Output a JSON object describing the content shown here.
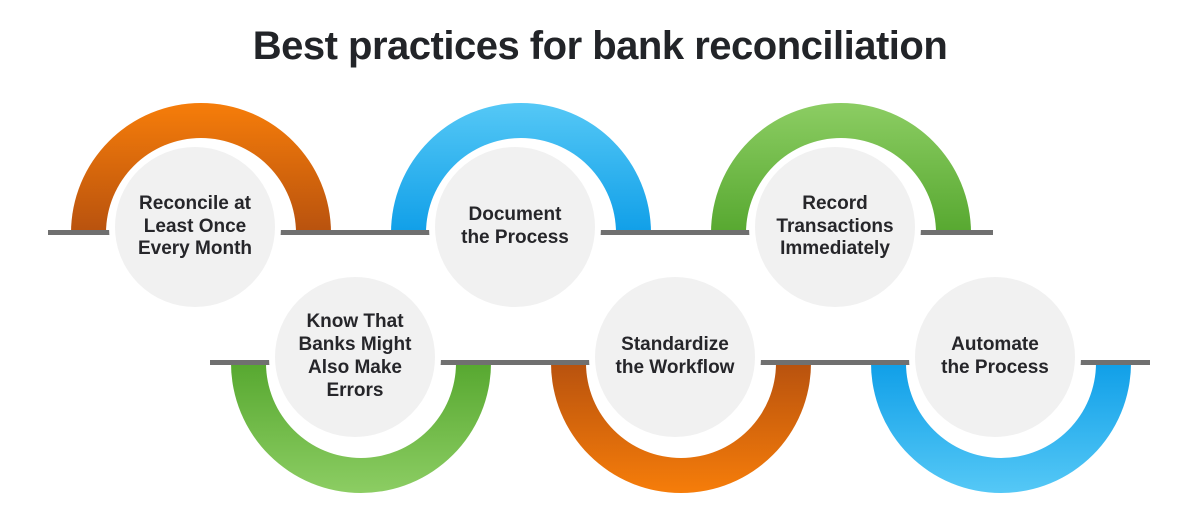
{
  "title": "Best practices for bank reconciliation",
  "title_color": "#222428",
  "connector": {
    "color": "#707070"
  },
  "bubble": {
    "fill": "#f1f1f1",
    "text_color": "#26262a"
  },
  "nodes": [
    {
      "label": "Reconcile at\nLeast Once\nEvery Month",
      "row": "top",
      "color_name": "orange",
      "arc_colors": {
        "near_line": "#b8520e",
        "far": "#f67d0a"
      }
    },
    {
      "label": "Document\nthe Process",
      "row": "top",
      "color_name": "blue",
      "arc_colors": {
        "near_line": "#109fe8",
        "far": "#55c8f6"
      }
    },
    {
      "label": "Record\nTransactions\nImmediately",
      "row": "top",
      "color_name": "green",
      "arc_colors": {
        "near_line": "#57a830",
        "far": "#8ccd63"
      }
    },
    {
      "label": "Know That\nBanks Might\nAlso Make\nErrors",
      "row": "bottom",
      "color_name": "green",
      "arc_colors": {
        "near_line": "#57a830",
        "far": "#8ccd63"
      }
    },
    {
      "label": "Standardize\nthe Workflow",
      "row": "bottom",
      "color_name": "orange",
      "arc_colors": {
        "near_line": "#b8520e",
        "far": "#f67d0a"
      }
    },
    {
      "label": "Automate\nthe Process",
      "row": "bottom",
      "color_name": "blue",
      "arc_colors": {
        "near_line": "#109fe8",
        "far": "#55c8f6"
      }
    }
  ]
}
